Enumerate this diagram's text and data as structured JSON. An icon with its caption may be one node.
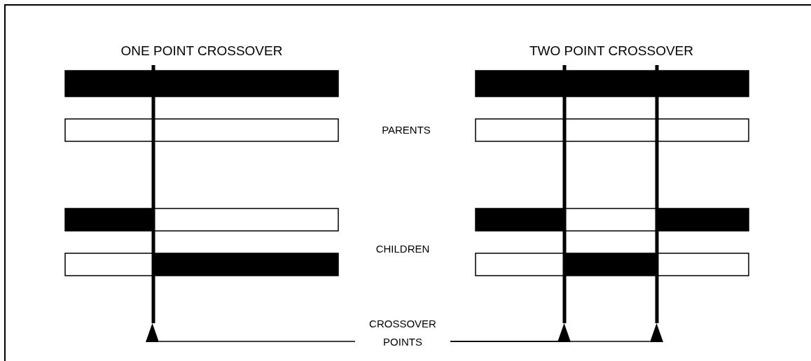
{
  "diagram": {
    "nodes": [
      {
        "text": [
          "CROSSOVER POINTS"
        ]
      },
      {
        "text": [],
        "shape": "triangle"
      },
      {
        "text": [],
        "shape": "triangle"
      },
      {
        "text": [],
        "shape": "triangle"
      }
    ],
    "edges": [
      {
        "from": 0,
        "to": 1,
        "arrow": "none"
      },
      {
        "from": 0,
        "to": 2,
        "arrow": "none"
      },
      {
        "from": 0,
        "to": 3,
        "arrow": "none"
      }
    ],
    "labels": [
      "ONE POINT CROSSOVER",
      "TWO POINT CROSSOVER",
      "PARENTS",
      "CHILDREN"
    ]
  }
}
